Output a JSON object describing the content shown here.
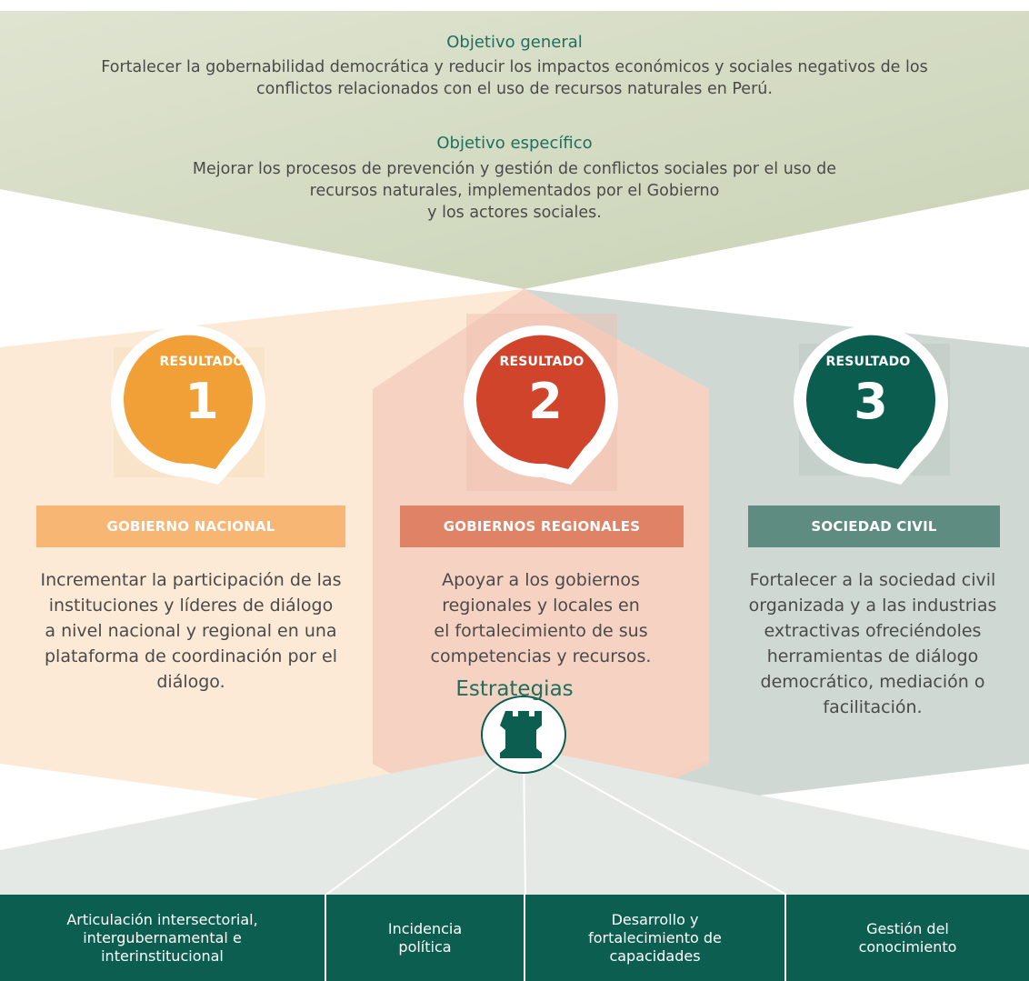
{
  "objective_general": {
    "title": "Objetivo general",
    "line1": "Fortalecer la gobernabilidad democrática y reducir los impactos económicos y sociales negativos de los",
    "line2": "conflictos relacionados con el uso de recursos naturales en Perú."
  },
  "objective_specific": {
    "title": "Objetivo específico",
    "line1": "Mejorar los procesos de prevención y gestión de conflictos sociales por el uso de",
    "line2": "recursos naturales, implementados por el Gobierno",
    "line3": "y los actores sociales."
  },
  "results": [
    {
      "label": "RESULTADO",
      "number": "1",
      "band": "GOBIERNO NACIONAL",
      "text": [
        "Incrementar la participación de las",
        "instituciones y líderes de diálogo",
        "a nivel nacional y regional en una",
        "plataforma de coordinación por el",
        "diálogo."
      ],
      "color": "#f0a036",
      "band_color": "#f8b674",
      "panel_color": "#fdebd6"
    },
    {
      "label": "RESULTADO",
      "number": "2",
      "band": "GOBIERNOS REGIONALES",
      "text": [
        "Apoyar a los gobiernos",
        "regionales y locales en",
        "el fortalecimiento de sus",
        "competencias y recursos."
      ],
      "color": "#d0442c",
      "band_color": "#df8266",
      "panel_color": "#f7d3c4"
    },
    {
      "label": "RESULTADO",
      "number": "3",
      "band": "SOCIEDAD CIVIL",
      "text": [
        "Fortalecer a la sociedad civil",
        "organizada y a las industrias",
        "extractivas ofreciéndoles",
        "herramientas de diálogo",
        "democrático, mediación o",
        "facilitación."
      ],
      "color": "#0b5e4f",
      "band_color": "#5f8c80",
      "panel_color": "#d2dbd6"
    }
  ],
  "strategies": {
    "title": "Estrategias",
    "icon": "chess-rook-icon",
    "items": [
      [
        "Articulación intersectorial,",
        "intergubernamental e",
        "interinstitucional"
      ],
      [
        "Incidencia",
        "política"
      ],
      [
        "Desarrollo y",
        "fortalecimiento de",
        "capacidades"
      ],
      [
        "Gestión del",
        "conocimiento"
      ]
    ],
    "bar_color": "#0c5f50"
  }
}
